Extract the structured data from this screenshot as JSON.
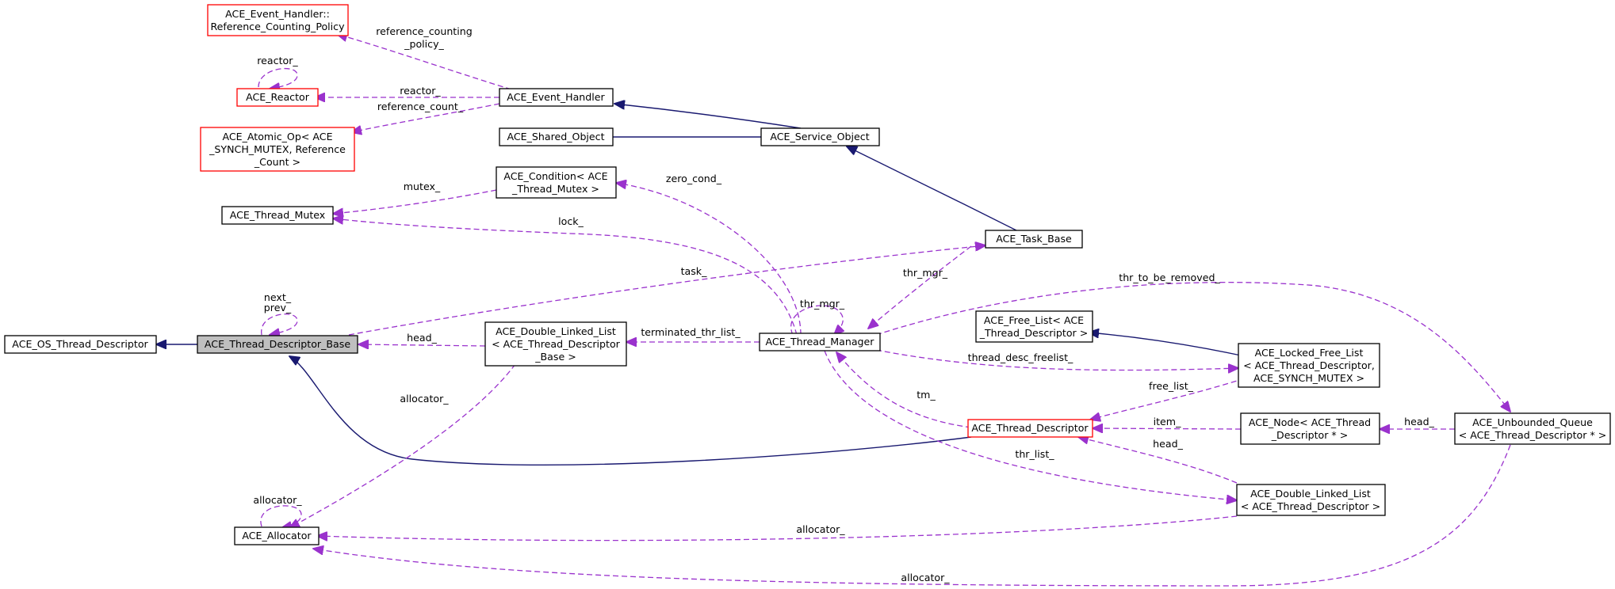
{
  "colors": {
    "inheritance_edge": "#191970",
    "usage_edge": "#9a32cd",
    "incomplete_border": "#ff0000",
    "focus_fill": "#bfbfbf"
  },
  "nodes": {
    "reference_counting_policy": {
      "lines": [
        "ACE_Event_Handler::",
        "Reference_Counting_Policy"
      ]
    },
    "reactor": {
      "lines": [
        "ACE_Reactor"
      ]
    },
    "atomic_op": {
      "lines": [
        "ACE_Atomic_Op< ACE",
        "_SYNCH_MUTEX, Reference",
        "_Count >"
      ]
    },
    "thread_mutex": {
      "lines": [
        "ACE_Thread_Mutex"
      ]
    },
    "os_thread_descriptor": {
      "lines": [
        "ACE_OS_Thread_Descriptor"
      ]
    },
    "thread_descriptor_base": {
      "lines": [
        "ACE_Thread_Descriptor_Base"
      ]
    },
    "allocator": {
      "lines": [
        "ACE_Allocator"
      ]
    },
    "event_handler": {
      "lines": [
        "ACE_Event_Handler"
      ]
    },
    "shared_object": {
      "lines": [
        "ACE_Shared_Object"
      ]
    },
    "condition": {
      "lines": [
        "ACE_Condition< ACE",
        "_Thread_Mutex >"
      ]
    },
    "dll_base": {
      "lines": [
        "ACE_Double_Linked_List",
        "< ACE_Thread_Descriptor",
        "_Base >"
      ]
    },
    "service_object": {
      "lines": [
        "ACE_Service_Object"
      ]
    },
    "thread_manager": {
      "lines": [
        "ACE_Thread_Manager"
      ]
    },
    "task_base": {
      "lines": [
        "ACE_Task_Base"
      ]
    },
    "free_list": {
      "lines": [
        "ACE_Free_List< ACE",
        "_Thread_Descriptor >"
      ]
    },
    "thread_descriptor": {
      "lines": [
        "ACE_Thread_Descriptor"
      ]
    },
    "locked_free_list": {
      "lines": [
        "ACE_Locked_Free_List",
        "< ACE_Thread_Descriptor,",
        " ACE_SYNCH_MUTEX >"
      ]
    },
    "ace_node": {
      "lines": [
        "ACE_Node< ACE_Thread",
        "_Descriptor * >"
      ]
    },
    "dll_td": {
      "lines": [
        "ACE_Double_Linked_List",
        "< ACE_Thread_Descriptor >"
      ]
    },
    "unbounded_queue": {
      "lines": [
        "ACE_Unbounded_Queue",
        "< ACE_Thread_Descriptor * >"
      ]
    }
  },
  "edge_labels": {
    "reactor_self": "reactor_",
    "reference_counting": [
      "reference_counting",
      "_policy_"
    ],
    "reactor": "reactor_",
    "reference_count": "reference_count_",
    "mutex": "mutex_",
    "zero_cond": "zero_cond_",
    "lock": "lock_",
    "task": "task_",
    "next": "next_",
    "prev": "prev_",
    "head_base": "head_",
    "terminated_thr_list": "terminated_thr_list_",
    "thr_mgr_task": "thr_mgr_",
    "thr_mgr_self": "thr_mgr_",
    "thr_to_be_removed": "thr_to_be_removed_",
    "thread_desc_freelist": "thread_desc_freelist_",
    "free_list": "free_list_",
    "tm": "tm_",
    "item": "item_",
    "head_node": "head_",
    "head_td": "head_",
    "thr_list": "thr_list_",
    "allocator_base": "allocator_",
    "allocator_self": "allocator_",
    "allocator_dll": "allocator_",
    "allocator_queue": "allocator_"
  }
}
